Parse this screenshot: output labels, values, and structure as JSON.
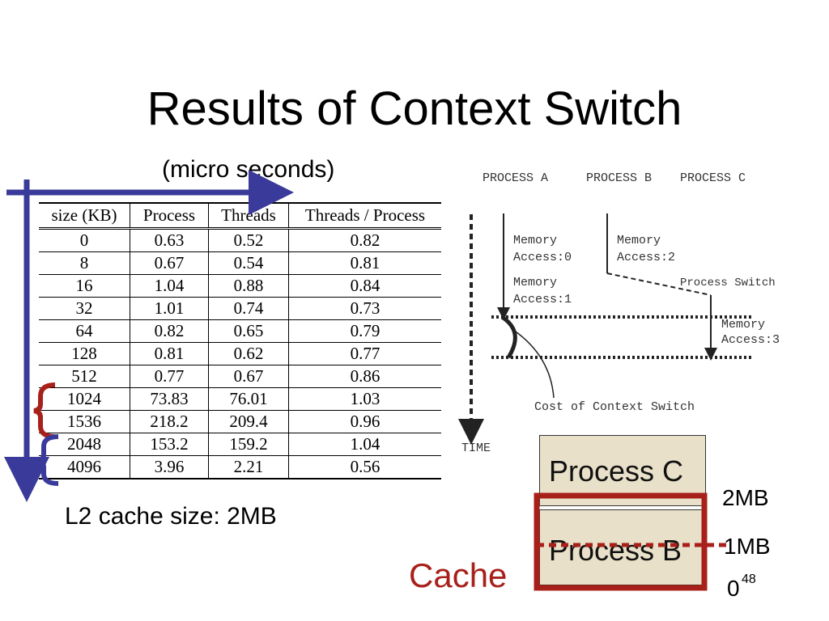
{
  "slide": {
    "title": "Results of Context Switch",
    "subtitle": "(micro seconds)",
    "l2_note": "L2 cache size: 2MB",
    "slide_number": "48"
  },
  "table": {
    "headers": [
      "size (KB)",
      "Process",
      "Threads",
      "Threads / Process"
    ],
    "rows": [
      [
        "0",
        "0.63",
        "0.52",
        "0.82"
      ],
      [
        "8",
        "0.67",
        "0.54",
        "0.81"
      ],
      [
        "16",
        "1.04",
        "0.88",
        "0.84"
      ],
      [
        "32",
        "1.01",
        "0.74",
        "0.73"
      ],
      [
        "64",
        "0.82",
        "0.65",
        "0.79"
      ],
      [
        "128",
        "0.81",
        "0.62",
        "0.77"
      ],
      [
        "512",
        "0.77",
        "0.67",
        "0.86"
      ],
      [
        "1024",
        "73.83",
        "76.01",
        "1.03"
      ],
      [
        "1536",
        "218.2",
        "209.4",
        "0.96"
      ],
      [
        "2048",
        "153.2",
        "159.2",
        "1.04"
      ],
      [
        "4096",
        "3.96",
        "2.21",
        "0.56"
      ]
    ]
  },
  "diagram": {
    "process_a": "PROCESS A",
    "process_b": "PROCESS B",
    "process_c": "PROCESS C",
    "mem0_l1": "Memory",
    "mem0_l2": "Access:0",
    "mem1_l1": "Memory",
    "mem1_l2": "Access:1",
    "mem2_l1": "Memory",
    "mem2_l2": "Access:2",
    "mem3_l1": "Memory",
    "mem3_l2": "Access:3",
    "process_switch": "Process Switch",
    "cost_label": "Cost of Context Switch",
    "time_label": "TIME"
  },
  "cache_diagram": {
    "process_c": "Process C",
    "process_b": "Process B",
    "cache_label": "Cache",
    "mark_2mb": "2MB",
    "mark_1mb": "1MB",
    "mark_0": "0"
  },
  "colors": {
    "arrow_blue": "#3a3a9a",
    "brace_red": "#a8201a",
    "brace_blue": "#3a3a9a",
    "box_fill": "#e8e0c8"
  }
}
